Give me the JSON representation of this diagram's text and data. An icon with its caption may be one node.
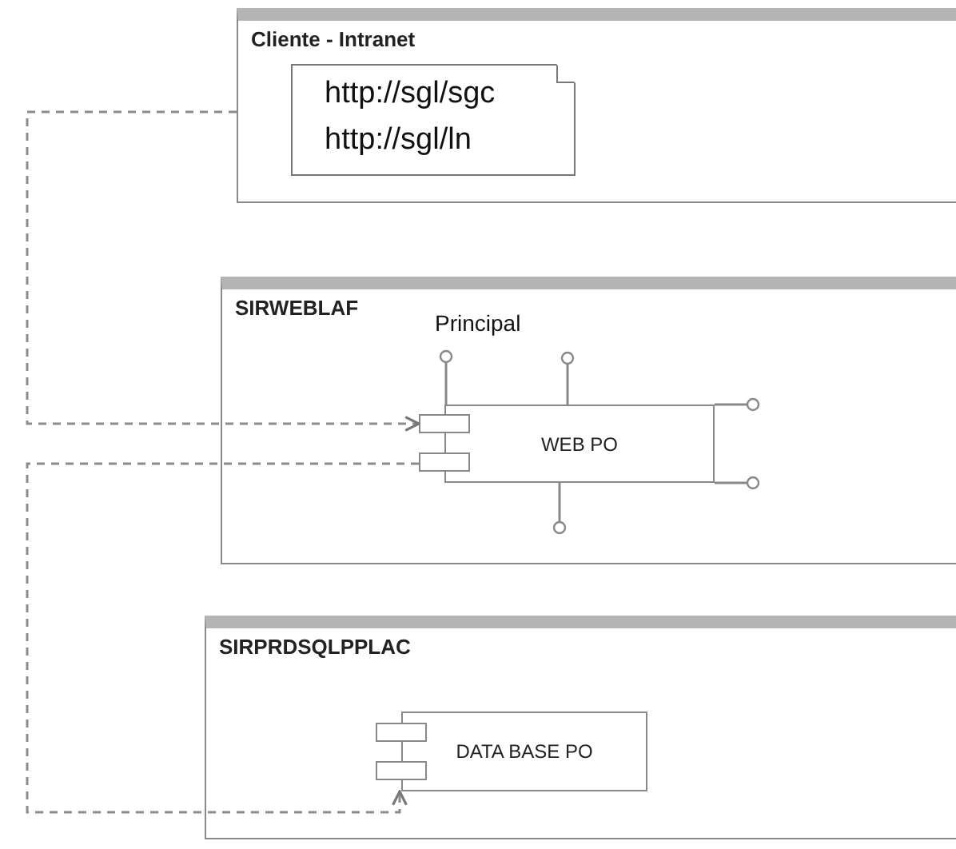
{
  "diagram": {
    "nodes": [
      {
        "text": [
          "Cliente - Intranet"
        ]
      },
      {
        "text": [
          "http://sgl/sgc",
          "http://sgl/ln"
        ],
        "in": 0
      },
      {
        "text": [
          "SIRWEBLAF"
        ]
      },
      {
        "text": [
          "WEB PO"
        ],
        "in": 2,
        "beside": [
          "Principal"
        ]
      },
      {
        "text": [
          "SIRPRDSQLPPLAC"
        ]
      },
      {
        "text": [
          "DATA BASE PO"
        ],
        "in": 4
      }
    ],
    "edges": [
      {
        "from": 0,
        "to": 3,
        "arrow": "to",
        "style": "dashed"
      },
      {
        "from": 3,
        "to": 5,
        "arrow": "to",
        "style": "dashed"
      }
    ]
  }
}
